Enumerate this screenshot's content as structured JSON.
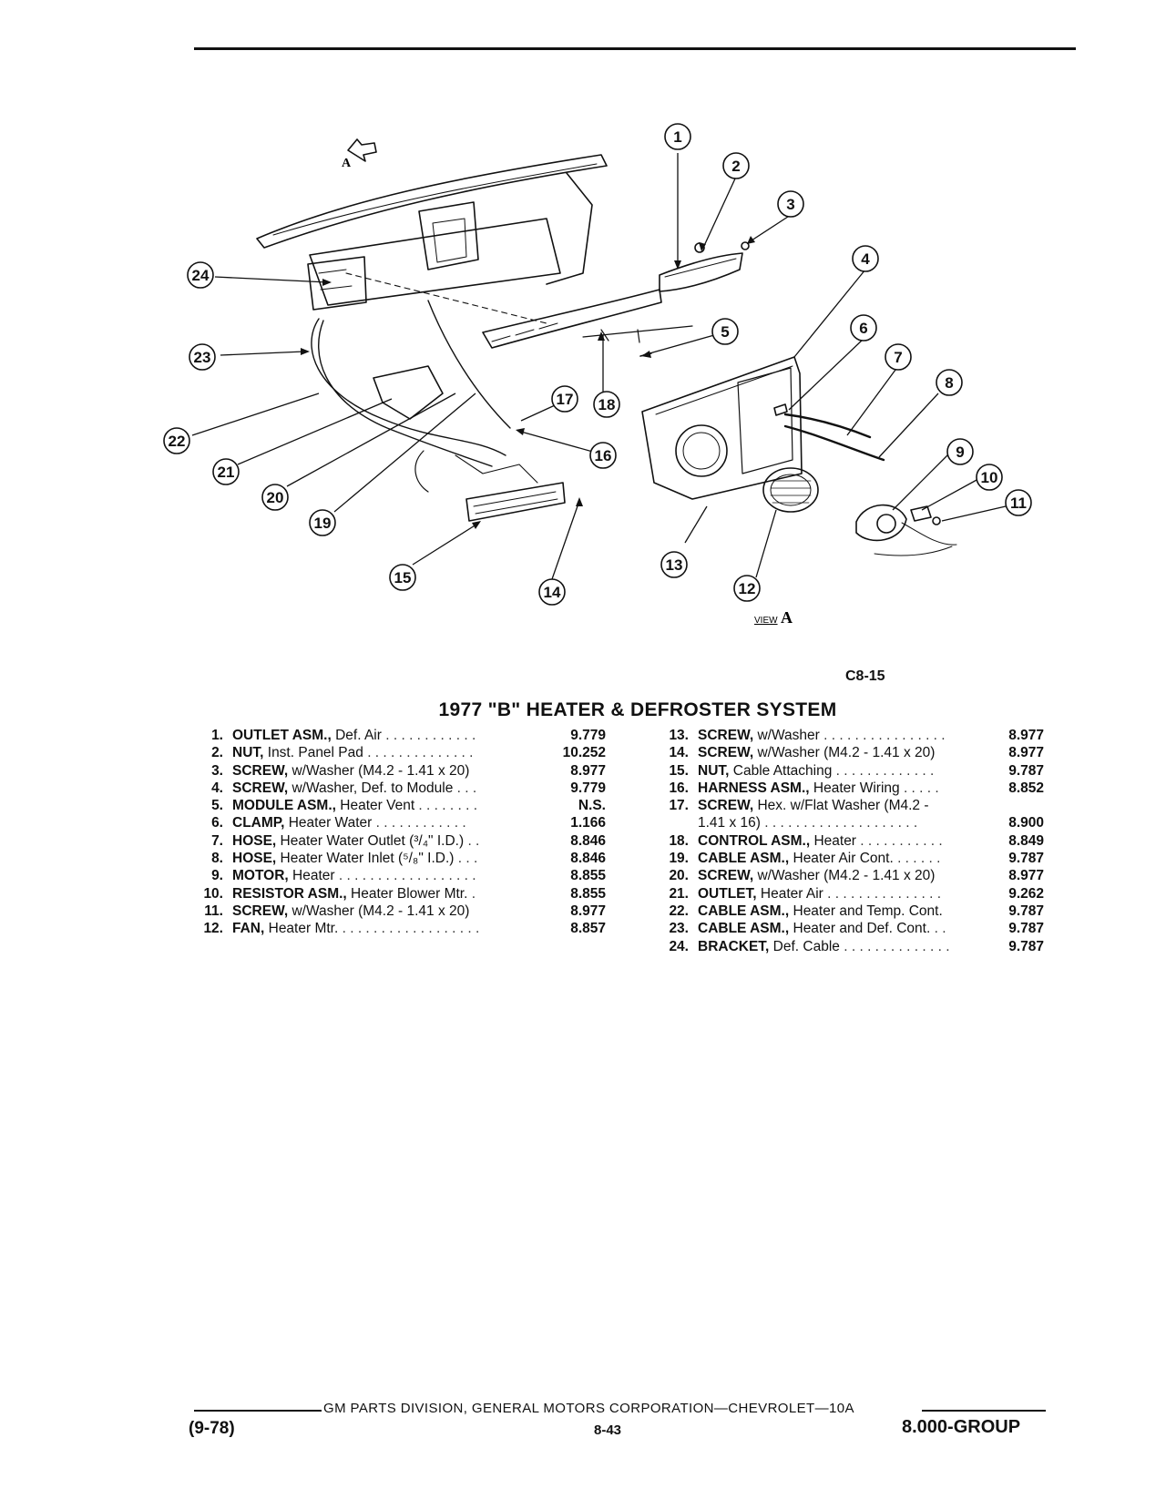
{
  "figure": {
    "code": "C8-15",
    "view_label": "VIEW",
    "view_letter": "A",
    "arrow_letter": "A",
    "callouts": [
      "1",
      "2",
      "3",
      "4",
      "5",
      "6",
      "7",
      "8",
      "9",
      "10",
      "11",
      "12",
      "13",
      "14",
      "15",
      "16",
      "17",
      "18",
      "19",
      "20",
      "21",
      "22",
      "23",
      "24"
    ]
  },
  "title": "1977 \"B\" HEATER & DEFROSTER SYSTEM",
  "parts_left": [
    {
      "num": "1.",
      "name": "OUTLET ASM.,",
      "detail": " Def. Air",
      "leader": " . . . . . . . . . . . .",
      "value": "9.779"
    },
    {
      "num": "2.",
      "name": "NUT,",
      "detail": " Inst. Panel Pad",
      "leader": " . . . . . . . . . . . . . .",
      "value": "10.252"
    },
    {
      "num": "3.",
      "name": "SCREW,",
      "detail": " w/Washer (M4.2 - 1.41 x 20)",
      "leader": "",
      "value": "8.977"
    },
    {
      "num": "4.",
      "name": "SCREW,",
      "detail": " w/Washer, Def. to Module",
      "leader": " . . .",
      "value": "9.779"
    },
    {
      "num": "5.",
      "name": "MODULE ASM.,",
      "detail": " Heater Vent",
      "leader": " . . . . . . . .",
      "value": "N.S."
    },
    {
      "num": "6.",
      "name": "CLAMP,",
      "detail": " Heater Water",
      "leader": " . . . . . . . . . . . .",
      "value": "1.166"
    },
    {
      "num": "7.",
      "name": "HOSE,",
      "detail": " Heater Water Outlet (³/₄\" I.D.)",
      "leader": " . .",
      "value": "8.846"
    },
    {
      "num": "8.",
      "name": "HOSE,",
      "detail": " Heater Water Inlet (⁵/₈\" I.D.)",
      "leader": " . . .",
      "value": "8.846"
    },
    {
      "num": "9.",
      "name": "MOTOR,",
      "detail": " Heater",
      "leader": " . . . . . . . . . . . . . . . . . .",
      "value": "8.855"
    },
    {
      "num": "10.",
      "name": "RESISTOR ASM.,",
      "detail": " Heater Blower Mtr.",
      "leader": " .",
      "value": "8.855"
    },
    {
      "num": "11.",
      "name": "SCREW,",
      "detail": " w/Washer (M4.2 - 1.41 x 20)",
      "leader": "",
      "value": "8.977"
    },
    {
      "num": "12.",
      "name": "FAN,",
      "detail": " Heater Mtr.",
      "leader": " . . . . . . . . . . . . . . . . . .",
      "value": "8.857"
    }
  ],
  "parts_right": [
    {
      "num": "13.",
      "name": "SCREW,",
      "detail": " w/Washer",
      "leader": " . . . . . . . . . . . . . . . .",
      "value": "8.977"
    },
    {
      "num": "14.",
      "name": "SCREW,",
      "detail": " w/Washer (M4.2 - 1.41 x 20)",
      "leader": "",
      "value": "8.977"
    },
    {
      "num": "15.",
      "name": "NUT,",
      "detail": " Cable Attaching",
      "leader": " . . . . . . . . . . . . .",
      "value": "9.787"
    },
    {
      "num": "16.",
      "name": "HARNESS ASM.,",
      "detail": " Heater Wiring",
      "leader": " . . . . .",
      "value": "8.852"
    },
    {
      "num": "17.",
      "name": "SCREW,",
      "detail": " Hex. w/Flat Washer (M4.2 -",
      "leader": "",
      "value": ""
    },
    {
      "num": "",
      "name": "",
      "detail": "1.41 x 16)",
      "leader": " . . . . . . . . . . . . . . . . . . . .",
      "value": "8.900"
    },
    {
      "num": "18.",
      "name": "CONTROL ASM.,",
      "detail": " Heater",
      "leader": " . . . . . . . . . . .",
      "value": "8.849"
    },
    {
      "num": "19.",
      "name": "CABLE ASM.,",
      "detail": " Heater Air Cont.",
      "leader": " . . . . . .",
      "value": "9.787"
    },
    {
      "num": "20.",
      "name": "SCREW,",
      "detail": " w/Washer (M4.2 - 1.41 x 20)",
      "leader": "",
      "value": "8.977"
    },
    {
      "num": "21.",
      "name": "OUTLET,",
      "detail": " Heater Air",
      "leader": " . . . . . . . . . . . . . . .",
      "value": "9.262"
    },
    {
      "num": "22.",
      "name": "CABLE ASM.,",
      "detail": " Heater and Temp. Cont.",
      "leader": "",
      "value": "9.787"
    },
    {
      "num": "23.",
      "name": "CABLE ASM.,",
      "detail": " Heater and Def. Cont.",
      "leader": " . .",
      "value": "9.787"
    },
    {
      "num": "24.",
      "name": "BRACKET,",
      "detail": " Def. Cable",
      "leader": " . . . . . . . . . . . . . .",
      "value": "9.787"
    }
  ],
  "footer": {
    "line": "GM PARTS DIVISION, GENERAL MOTORS CORPORATION—CHEVROLET—10A",
    "date": "(9-78)",
    "page": "8-43",
    "group": "8.000-GROUP"
  }
}
